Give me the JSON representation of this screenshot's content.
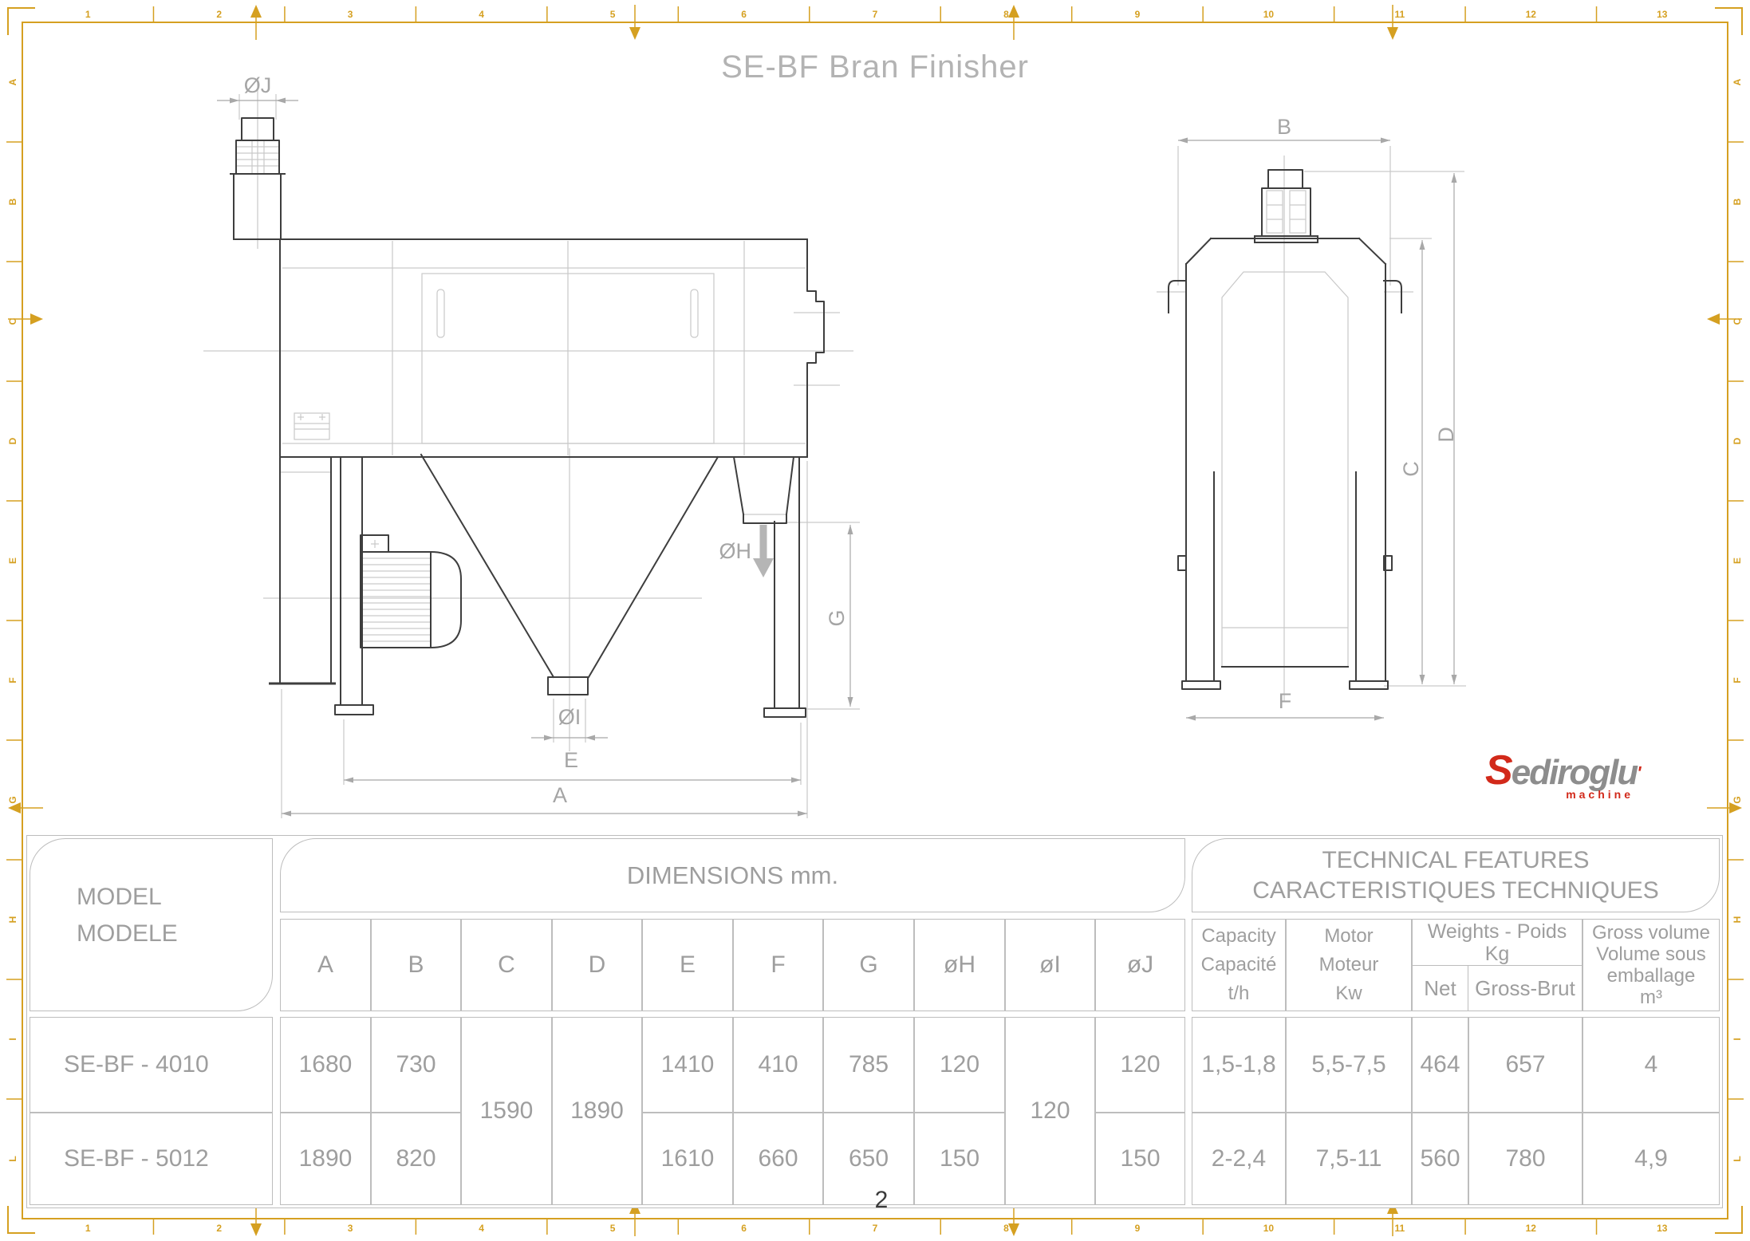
{
  "page": {
    "title": "SE-BF Bran Finisher",
    "page_number": "2"
  },
  "frame": {
    "color": "#d5a021",
    "columns": [
      "1",
      "2",
      "3",
      "4",
      "5",
      "6",
      "7",
      "8",
      "9",
      "10",
      "11",
      "12",
      "13"
    ],
    "rows": [
      "A",
      "B",
      "C",
      "D",
      "E",
      "F",
      "G",
      "H",
      "I",
      "L"
    ]
  },
  "logo": {
    "initial": "S",
    "rest": "ediroglu",
    "mark": "'",
    "tagline": "machine",
    "red": "#d2291a",
    "gray": "#8d8d8d"
  },
  "drawing": {
    "labels": {
      "oj": "ØJ",
      "oh": "ØH",
      "oi": "ØI",
      "g": "G",
      "e": "E",
      "a": "A",
      "b": "B",
      "c": "C",
      "d": "D",
      "f": "F"
    }
  },
  "table": {
    "model_header": {
      "line1": "MODEL",
      "line2": "MODELE"
    },
    "dimensions_header": "DIMENSIONS mm.",
    "technical_header": {
      "line1": "TECHNICAL FEATURES",
      "line2": "CARACTERISTIQUES TECHNIQUES"
    },
    "dim_columns": [
      "A",
      "B",
      "C",
      "D",
      "E",
      "F",
      "G",
      "øH",
      "øI",
      "øJ"
    ],
    "tech_columns": {
      "capacity": {
        "line1": "Capacity",
        "line2": "Capacité",
        "line3": "t/h"
      },
      "motor": {
        "line1": "Motor",
        "line2": "Moteur",
        "line3": "Kw"
      },
      "weights": {
        "line1": "Weights - Poids",
        "line2": "Kg"
      },
      "net": "Net",
      "gross": "Gross-Brut",
      "volume": {
        "line1": "Gross volume",
        "line2": "Volume sous",
        "line3": "emballage",
        "line4": "m³"
      }
    },
    "merged": {
      "C": "1590",
      "D": "1890",
      "oI": "120"
    },
    "rows": [
      {
        "model": "SE-BF - 4010",
        "A": "1680",
        "B": "730",
        "E": "1410",
        "F": "410",
        "G": "785",
        "oH": "120",
        "oJ": "120",
        "capacity": "1,5-1,8",
        "motor": "5,5-7,5",
        "net": "464",
        "gross": "657",
        "volume": "4"
      },
      {
        "model": "SE-BF - 5012",
        "A": "1890",
        "B": "820",
        "E": "1610",
        "F": "660",
        "G": "650",
        "oH": "150",
        "oJ": "150",
        "capacity": "2-2,4",
        "motor": "7,5-11",
        "net": "560",
        "gross": "780",
        "volume": "4,9"
      }
    ]
  }
}
